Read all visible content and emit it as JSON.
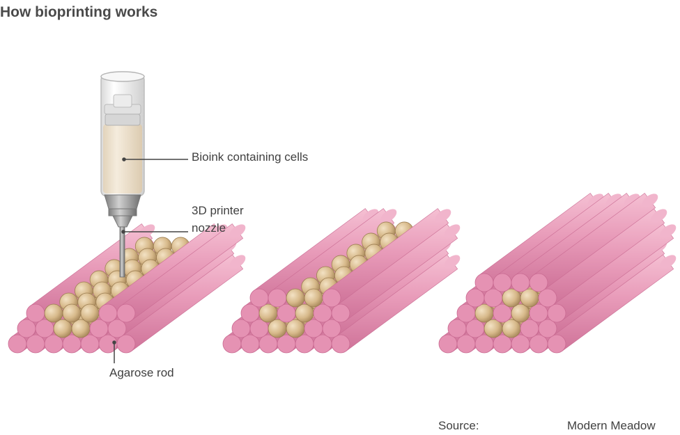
{
  "title": "How bioprinting works",
  "labels": {
    "bioink": "Bioink containing cells",
    "nozzle_line1": "3D printer",
    "nozzle_line2": "nozzle",
    "agarose": "Agarose rod"
  },
  "source": {
    "label": "Source:",
    "name": "Modern Meadow"
  },
  "stages": [
    "stage-1-printing",
    "stage-2-layered",
    "stage-3-tube"
  ],
  "colors": {
    "rod": "#e89bb9",
    "rod_end": "#d7799e",
    "cell": "#d7b98a",
    "cell_edge": "#a9895c",
    "bioink": "#f0e6d6",
    "syringe": "#f4f4f4",
    "nozzle": "#9b9b9b",
    "text": "#404040"
  }
}
